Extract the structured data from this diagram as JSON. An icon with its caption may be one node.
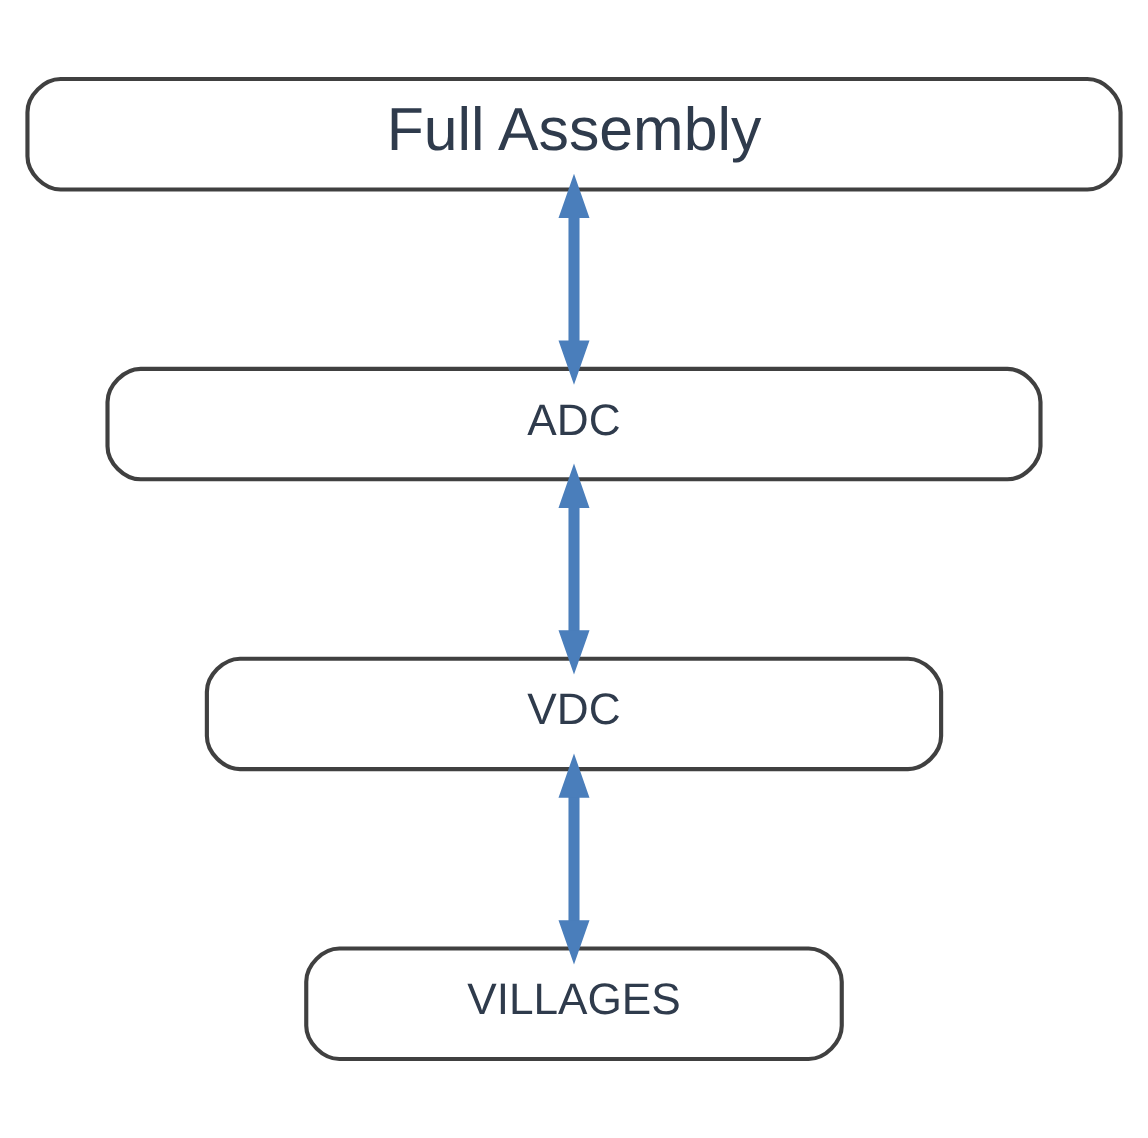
{
  "diagram": {
    "nodes": [
      {
        "text": [
          "Full Assembly"
        ]
      },
      {
        "text": [
          "ADC"
        ]
      },
      {
        "text": [
          "VDC"
        ]
      },
      {
        "text": [
          "VILLAGES"
        ]
      }
    ],
    "edges": [
      {
        "from": 0,
        "to": 1,
        "arrow": "both"
      },
      {
        "from": 1,
        "to": 2,
        "arrow": "both"
      },
      {
        "from": 2,
        "to": 3,
        "arrow": "both"
      }
    ]
  }
}
